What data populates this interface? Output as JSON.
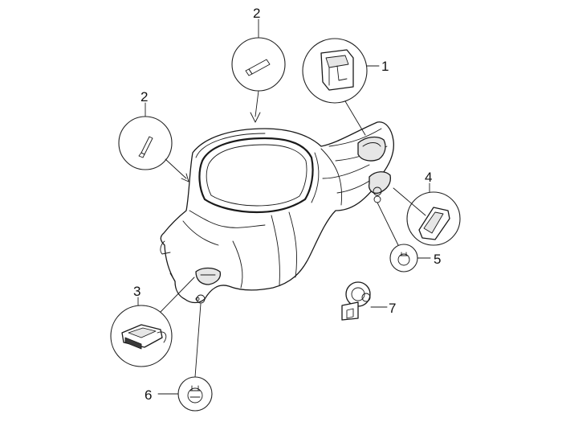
{
  "callouts": {
    "c1": "1",
    "c2a": "2",
    "c2b": "2",
    "c3": "3",
    "c4": "4",
    "c5": "5",
    "c6": "6",
    "c7": "7"
  },
  "colors": {
    "line": "#1a1a1a",
    "background": "#ffffff",
    "shade": "#e6e6e6"
  }
}
